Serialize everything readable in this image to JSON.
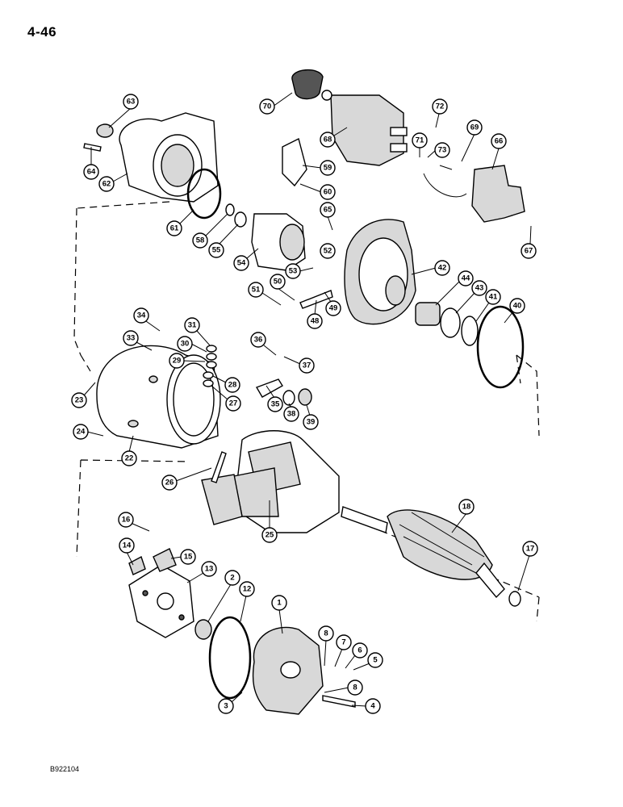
{
  "page": {
    "number": "4-46",
    "ref_code": "B922104"
  },
  "callouts": [
    "1",
    "2",
    "3",
    "4",
    "5",
    "6",
    "7",
    "8",
    "8",
    "12",
    "13",
    "14",
    "15",
    "16",
    "17",
    "18",
    "22",
    "23",
    "24",
    "25",
    "26",
    "27",
    "28",
    "29",
    "30",
    "31",
    "33",
    "34",
    "35",
    "36",
    "37",
    "38",
    "39",
    "40",
    "41",
    "42",
    "43",
    "44",
    "48",
    "49",
    "50",
    "51",
    "52",
    "53",
    "54",
    "55",
    "58",
    "59",
    "60",
    "61",
    "62",
    "63",
    "64",
    "65",
    "66",
    "67",
    "68",
    "69",
    "70",
    "71",
    "72",
    "73"
  ]
}
